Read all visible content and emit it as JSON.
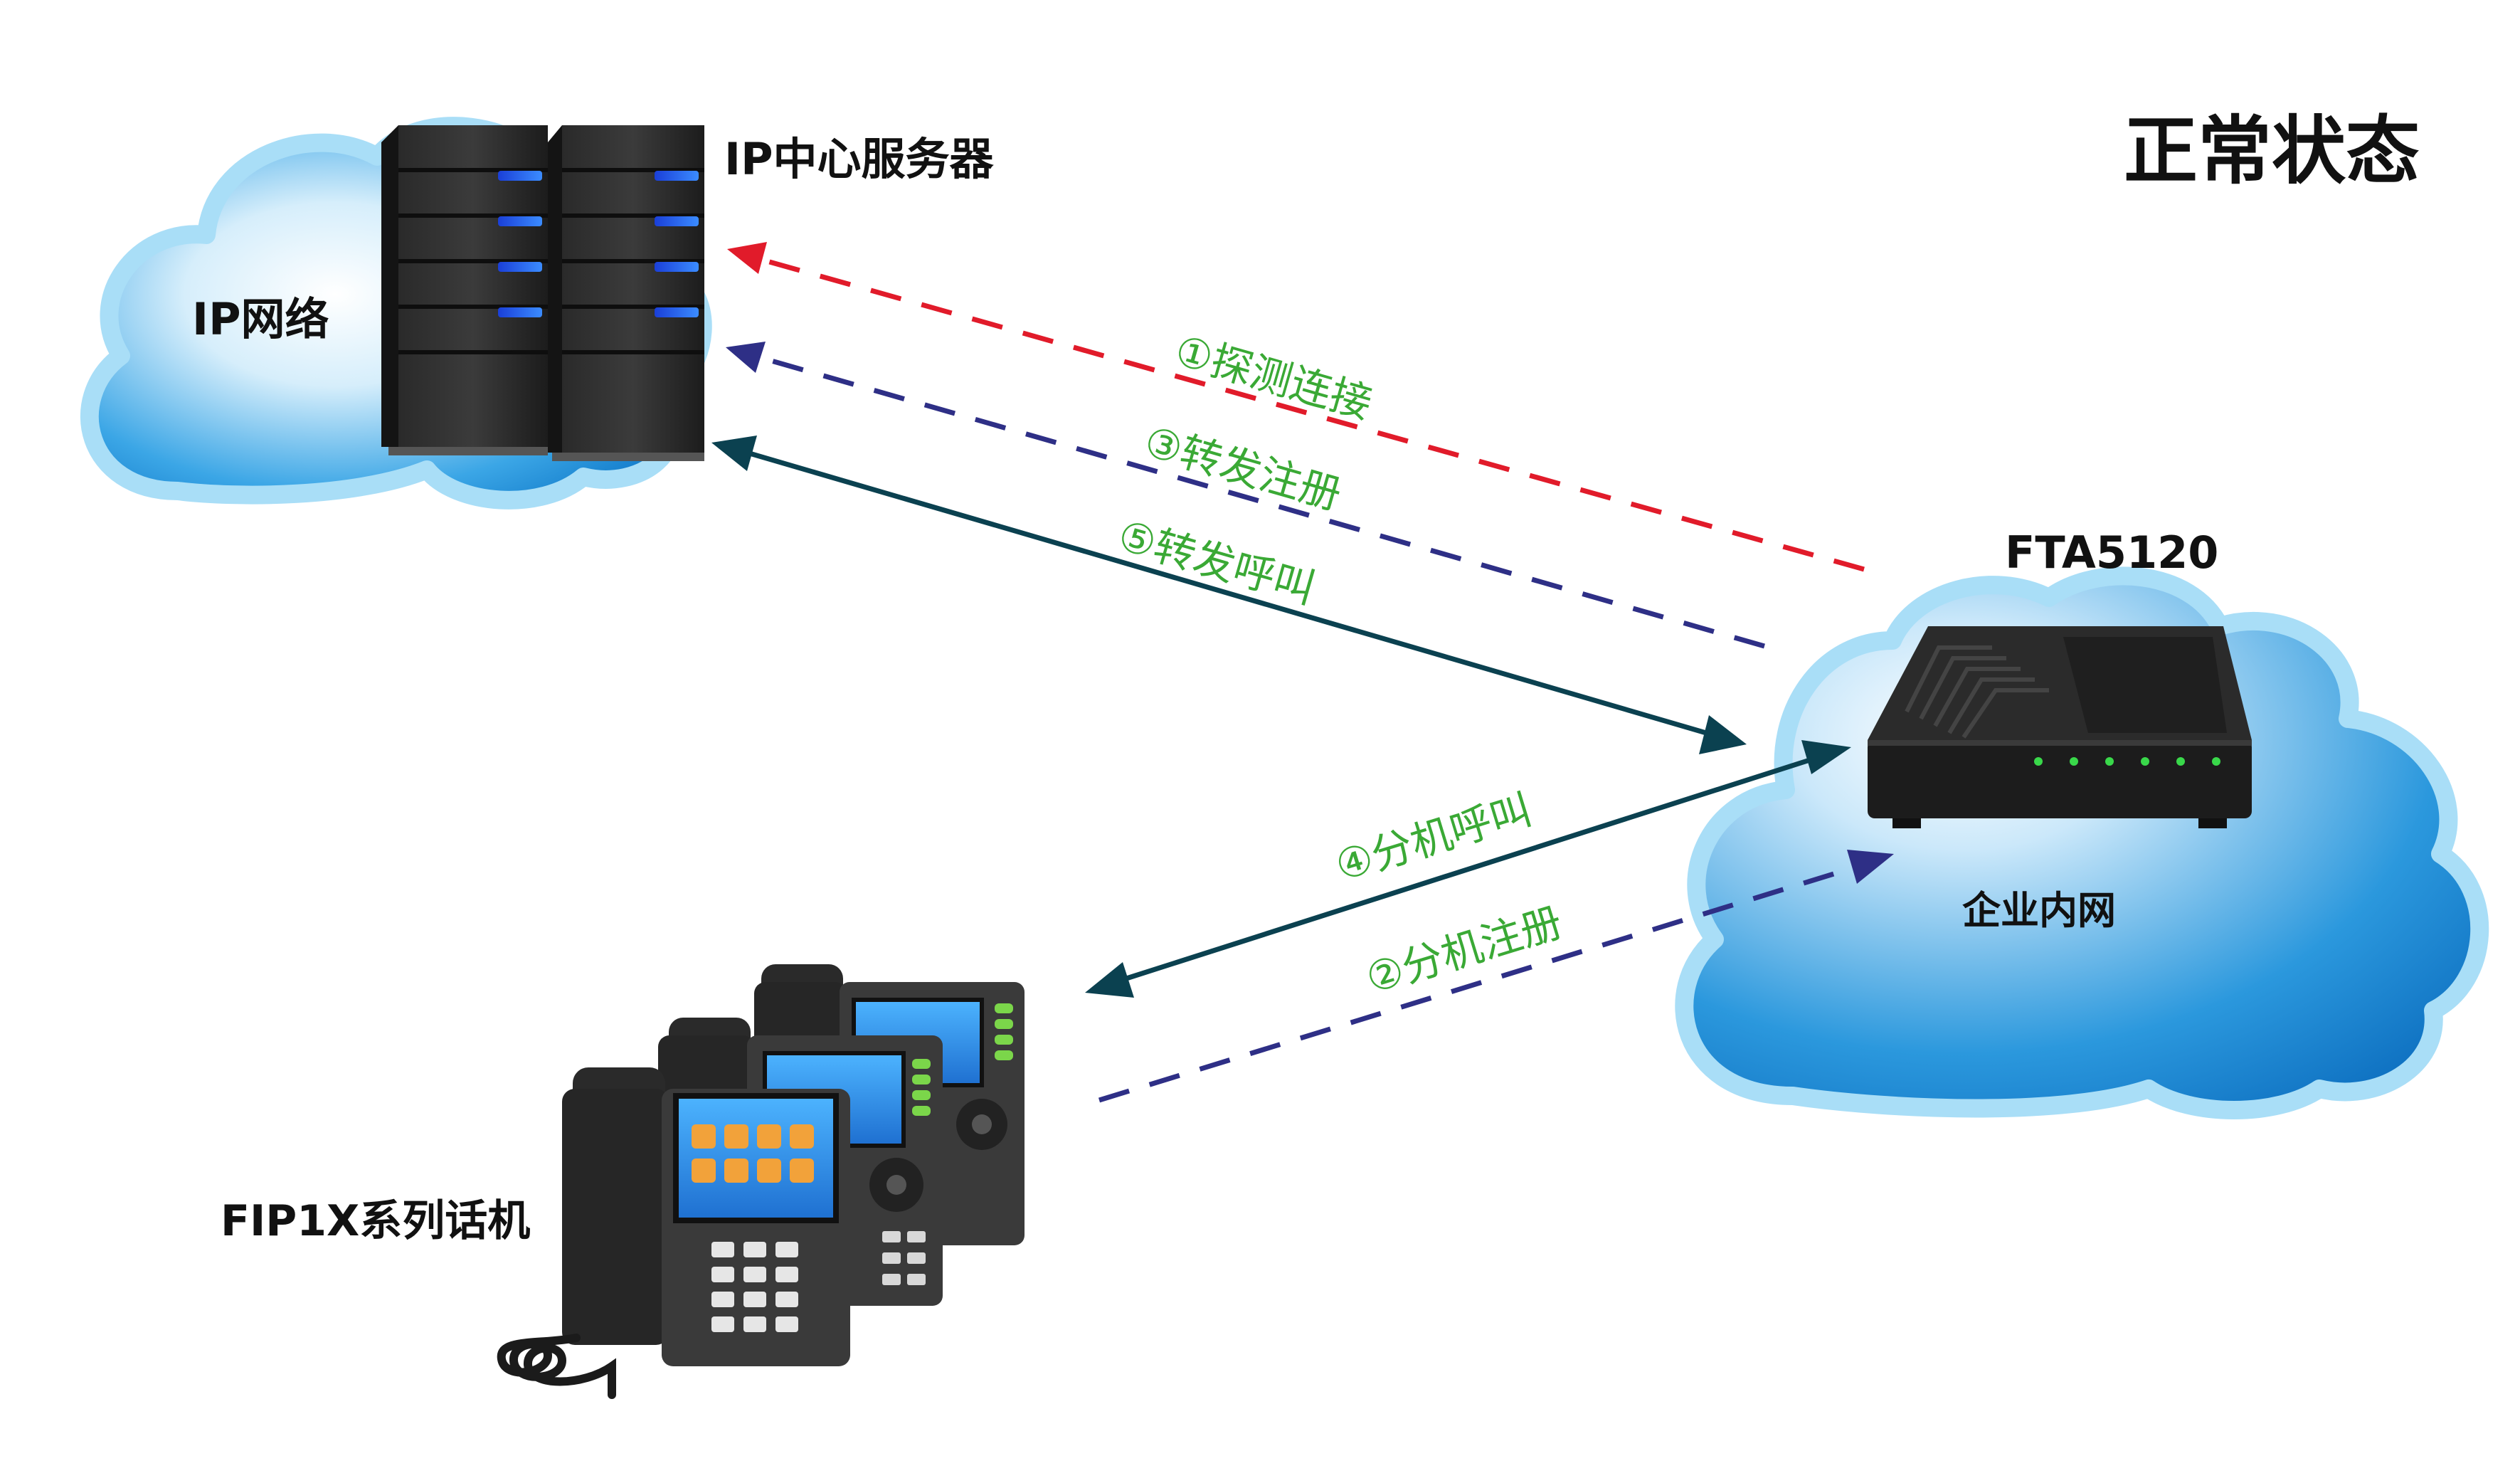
{
  "title": "正常状态",
  "nodes": {
    "ip_network": "IP网络",
    "ip_server": "IP中心服务器",
    "gateway_model": "FTA5120",
    "enterprise_network": "企业内网",
    "phones": "FIP1X系列话机"
  },
  "steps": [
    {
      "id": 1,
      "label": "①探测连接",
      "color": "#e11b2a",
      "style": "dashed",
      "direction": "FTA5120 → IP中心服务器"
    },
    {
      "id": 2,
      "label": "②分机注册",
      "color": "#2e2f86",
      "style": "dashed",
      "direction": "FIP1X系列话机 → FTA5120"
    },
    {
      "id": 3,
      "label": "③转发注册",
      "color": "#2e2f86",
      "style": "dashed",
      "direction": "FTA5120 → IP中心服务器"
    },
    {
      "id": 4,
      "label": "④分机呼叫",
      "color": "#0b4150",
      "style": "solid",
      "direction": "FIP1X系列话机 ↔ FTA5120"
    },
    {
      "id": 5,
      "label": "⑤转发呼叫",
      "color": "#0b4150",
      "style": "solid",
      "direction": "IP中心服务器 ↔ FTA5120"
    }
  ],
  "colors": {
    "step_text": "#3aa935",
    "cloud_fill": "#1f8fd6",
    "cloud_edge": "#a9def7",
    "probe_arrow": "#e11b2a",
    "register_arrow": "#2e2f86",
    "call_arrow": "#0b4150"
  }
}
